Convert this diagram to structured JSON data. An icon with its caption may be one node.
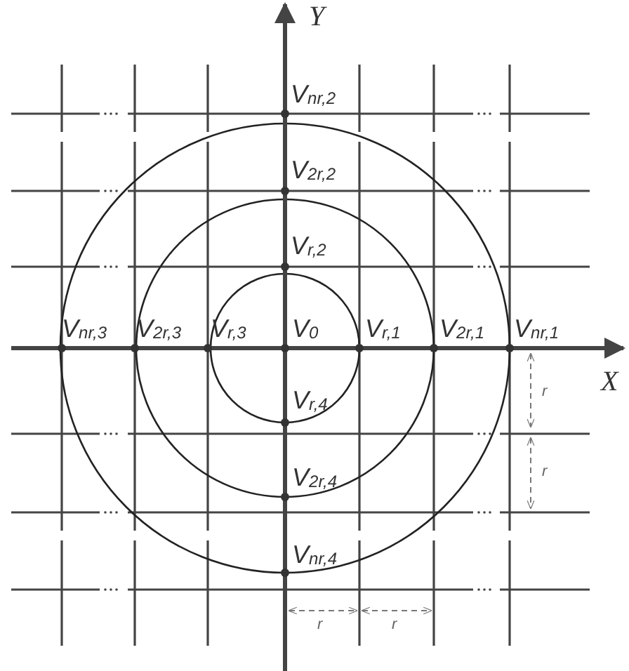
{
  "diagram": {
    "labels": [
      "Y",
      "V$_{nr,2}$",
      "V$_{2r,2}$",
      "V$_{r,2}$",
      "V$_{nr,3}$",
      "V$_{2r,3}$",
      "V$_{r,3}$",
      "V$_{0}$",
      "V$_{r,1}$",
      "V$_{2r,1}$",
      "V$_{nr,1}$",
      "X",
      "r",
      "V$_{r,4}$",
      "r",
      "V$_{2r,4}$",
      "V$_{nr,4}$",
      "r",
      "r"
    ]
  }
}
